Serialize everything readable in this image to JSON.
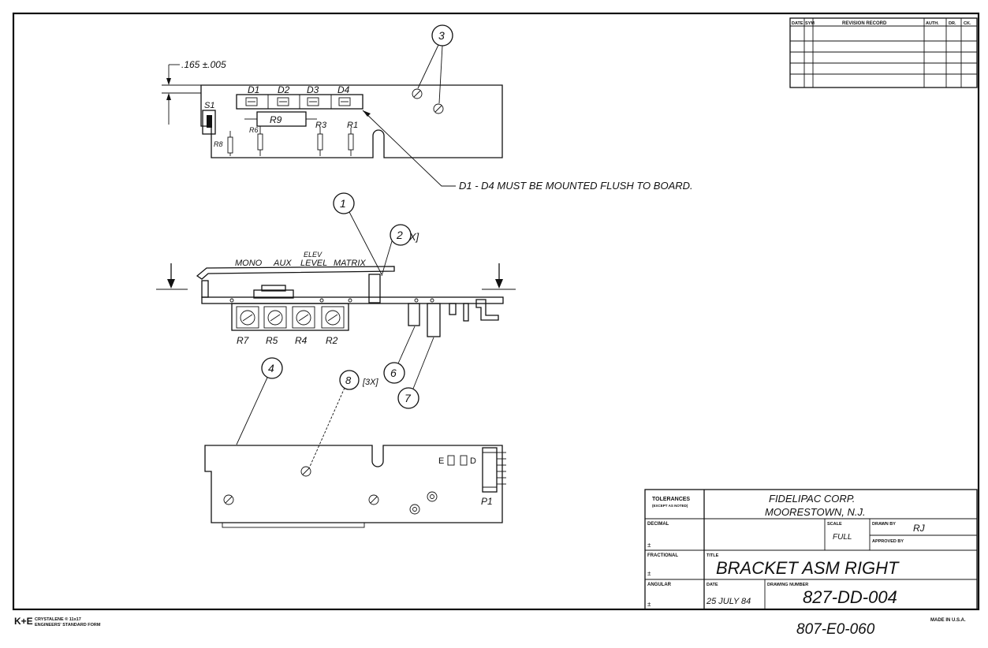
{
  "revision_block": {
    "headers": [
      "DATE",
      "SYM",
      "REVISION RECORD",
      "AUTH.",
      "DR.",
      "CK."
    ]
  },
  "top_view": {
    "dimension": ".165 ±.005",
    "refs": [
      "D1",
      "D2",
      "D3",
      "D4",
      "S1",
      "R9",
      "R6",
      "R3",
      "R1",
      "R8"
    ],
    "note": "D1 - D4 MUST BE MOUNTED FLUSH TO BOARD."
  },
  "side_view": {
    "labels": [
      "MONO",
      "AUX",
      "ELEV",
      "LEVEL",
      "MATRIX"
    ],
    "pots": [
      "R7",
      "R5",
      "R4",
      "R2"
    ],
    "qty_note": "[2X]"
  },
  "bottom_view": {
    "connector": "P1",
    "qty_note": "[3X]",
    "silkscreen": "E",
    "silkscreen_2": "D"
  },
  "balloons": [
    "1",
    "2",
    "3",
    "4",
    "6",
    "7",
    "8"
  ],
  "title_block": {
    "tolerances_label": "TOLERANCES",
    "tolerances_sub": "(EXCEPT AS NOTED)",
    "decimal_label": "DECIMAL",
    "fractional_label": "FRACTIONAL",
    "angular_label": "ANGULAR",
    "plus_minus": "±",
    "company": "FIDELIPAC CORP.",
    "location": "MOORESTOWN, N.J.",
    "scale_label": "SCALE",
    "scale_value": "FULL",
    "drawn_by_label": "DRAWN BY",
    "drawn_by_value": "RJ",
    "approved_by_label": "APPROVED BY",
    "title_label": "TITLE",
    "title_value": "BRACKET ASM RIGHT",
    "date_label": "DATE",
    "date_value": "25 JULY 84",
    "drawing_number_label": "DRAWING NUMBER",
    "drawing_number_value": "827-DD-004"
  },
  "footer": {
    "brand": "K+E",
    "line1": "CRYSTALENE ® 11x17",
    "line2": "ENGINEERS' STANDARD FORM",
    "made_in": "MADE IN U.S.A.",
    "form_number": "807-E0-060"
  }
}
